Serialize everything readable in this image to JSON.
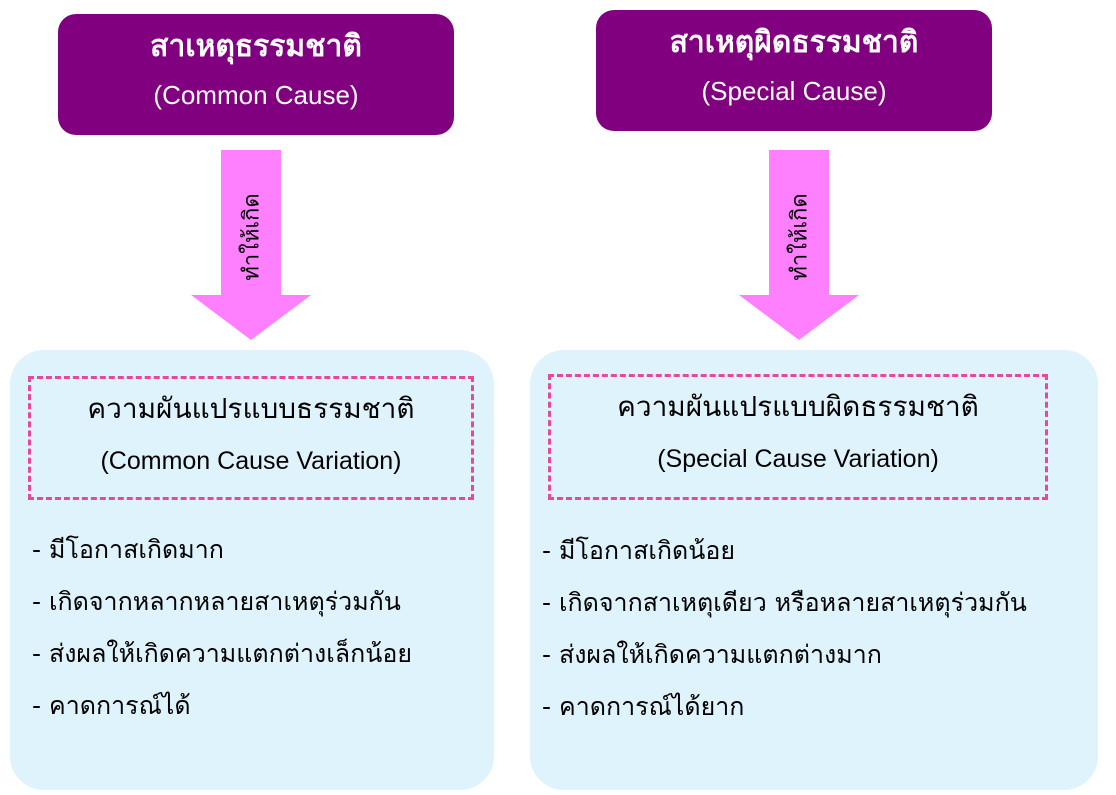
{
  "colors": {
    "cause_box": "#800080",
    "arrow": "#ff80ff",
    "panel": "#dff3fc",
    "dashed_border": "#e8479a"
  },
  "common": {
    "cause_thai": "สาเหตุธรรมชาติ",
    "cause_eng": "(Common Cause)",
    "arrow_label": "ทำให้เกิด",
    "variation_thai": "ความผันแปรแบบธรรมชาติ",
    "variation_eng": "(Common Cause Variation)",
    "traits": [
      "- มีโอกาสเกิดมาก",
      "- เกิดจากหลากหลายสาเหตุร่วมกัน",
      "- ส่งผลให้เกิดความแตกต่างเล็กน้อย",
      "- คาดการณ์ได้"
    ]
  },
  "special": {
    "cause_thai": "สาเหตุผิดธรรมชาติ",
    "cause_eng": "(Special Cause)",
    "arrow_label": "ทำให้เกิด",
    "variation_thai": "ความผันแปรแบบผิดธรรมชาติ",
    "variation_eng": "(Special Cause Variation)",
    "traits": [
      "- มีโอกาสเกิดน้อย",
      "- เกิดจากสาเหตุเดียว หรือหลายสาเหตุร่วมกัน",
      "- ส่งผลให้เกิดความแตกต่างมาก",
      "- คาดการณ์ได้ยาก"
    ]
  }
}
